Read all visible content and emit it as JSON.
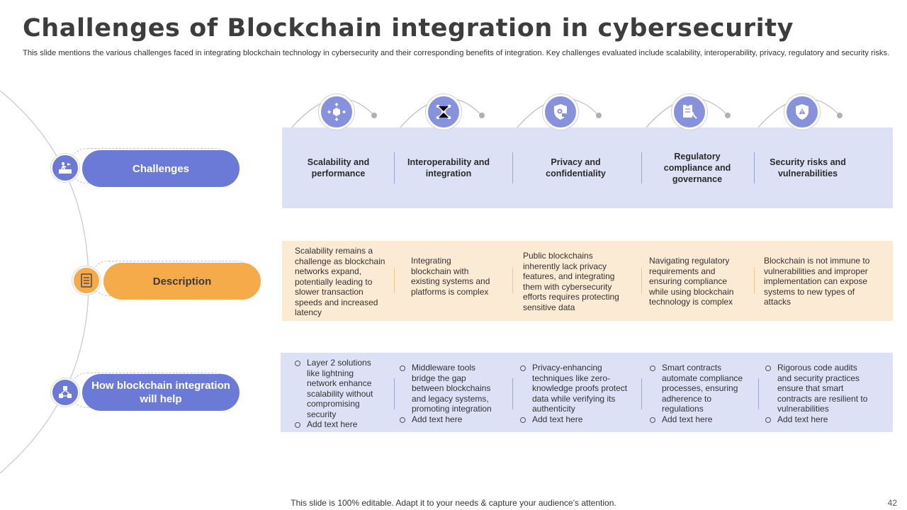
{
  "slide": {
    "title": "Challenges of Blockchain integration in cybersecurity",
    "subtitle": "This slide mentions the various challenges faced in integrating blockchain technology in cybersecurity and their corresponding benefits of integration. Key challenges evaluated include scalability, interoperability, privacy, regulatory and security risks.",
    "footer": "This slide is 100% editable. Adapt it to your needs & capture your audience’s attention.",
    "page_number": "42"
  },
  "rows": [
    {
      "label": "Challenges",
      "icon": "climber-obstacle-icon",
      "color": "#6b7ad6"
    },
    {
      "label": "Description",
      "icon": "document-list-icon",
      "color": "#f6ab4a"
    },
    {
      "label": "How blockchain integration will help",
      "icon": "blockchain-network-icon",
      "color": "#6b7ad6"
    }
  ],
  "challenges": [
    {
      "title": "Scalability and performance",
      "icon": "cube-expand-icon"
    },
    {
      "title": "Interoperability and integration",
      "icon": "network-nodes-icon"
    },
    {
      "title": "Privacy and confidentiality",
      "icon": "shield-gear-icon"
    },
    {
      "title": "Regulatory compliance and governance",
      "icon": "clipboard-gavel-icon"
    },
    {
      "title": "Security risks and vulnerabilities",
      "icon": "shield-warning-icon"
    }
  ],
  "descriptions": [
    "Scalability remains a challenge as blockchain networks expand, potentially leading to slower transaction speeds and increased latency",
    "Integrating blockchain with existing systems and platforms is complex",
    "Public blockchains inherently lack privacy features, and integrating them with cybersecurity efforts requires protecting sensitive data",
    "Navigating regulatory requirements and ensuring compliance while using blockchain technology is complex",
    "Blockchain is not immune to vulnerabilities and improper implementation can expose systems to new types of attacks"
  ],
  "help": [
    [
      "Layer 2 solutions like lightning network enhance scalability without compromising security",
      "Add text here"
    ],
    [
      "Middleware tools bridge the gap between blockchains and legacy systems, promoting integration",
      "Add text here"
    ],
    [
      "Privacy-enhancing techniques like zero-knowledge proofs protect data while verifying its authenticity",
      "Add text here"
    ],
    [
      "Smart contracts automate compliance processes, ensuring adherence to regulations",
      "Add text here"
    ],
    [
      "Rigorous code audits and security practices ensure that smart contracts are resilient to vulnerabilities",
      "Add text here"
    ]
  ],
  "colors": {
    "accent_blue": "#6b7ad6",
    "accent_orange": "#f6ab4a",
    "band_blue": "#dde1f6",
    "band_orange": "#fcebd4"
  }
}
